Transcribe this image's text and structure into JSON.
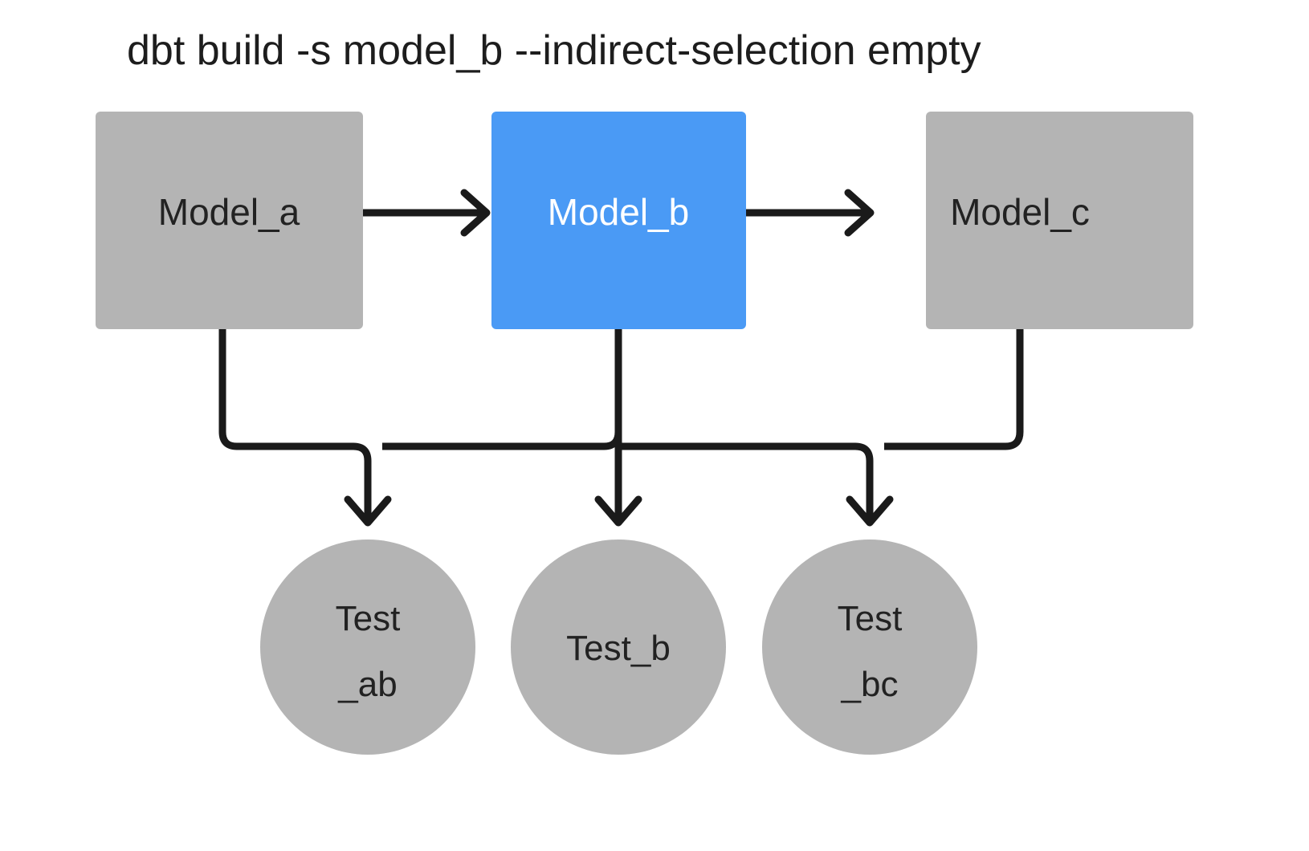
{
  "diagram": {
    "title": "dbt build -s model_b --indirect-selection empty",
    "background_color": "#ffffff",
    "edge_color": "#1a1a1a",
    "node_gray": "#b4b4b4",
    "node_blue": "#4a9af5",
    "text_dark": "#222222",
    "text_light": "#ffffff",
    "models": [
      {
        "id": "model_a",
        "label": "Model_a",
        "selected": false,
        "fill": "#b4b4b4",
        "text_color": "#222222"
      },
      {
        "id": "model_b",
        "label": "Model_b",
        "selected": true,
        "fill": "#4a9af5",
        "text_color": "#ffffff"
      },
      {
        "id": "model_c",
        "label": "Model_c",
        "selected": false,
        "fill": "#b4b4b4",
        "text_color": "#222222"
      }
    ],
    "tests": [
      {
        "id": "test_ab",
        "label": "Test_ab",
        "line1": "Test",
        "line2": "_ab",
        "fill": "#b4b4b4",
        "text_color": "#222222"
      },
      {
        "id": "test_b",
        "label": "Test_b",
        "line1": "Test_b",
        "line2": "",
        "fill": "#b4b4b4",
        "text_color": "#222222"
      },
      {
        "id": "test_bc",
        "label": "Test_bc",
        "line1": "Test",
        "line2": "_bc",
        "fill": "#b4b4b4",
        "text_color": "#222222"
      }
    ],
    "edges": [
      {
        "from": "model_a",
        "to": "model_b",
        "kind": "horizontal"
      },
      {
        "from": "model_b",
        "to": "model_c",
        "kind": "horizontal"
      },
      {
        "from": "model_a",
        "to": "test_ab",
        "kind": "elbow"
      },
      {
        "from": "model_b",
        "to": "test_ab",
        "kind": "elbow"
      },
      {
        "from": "model_b",
        "to": "test_b",
        "kind": "straight"
      },
      {
        "from": "model_b",
        "to": "test_bc",
        "kind": "elbow"
      },
      {
        "from": "model_c",
        "to": "test_bc",
        "kind": "elbow"
      }
    ]
  }
}
